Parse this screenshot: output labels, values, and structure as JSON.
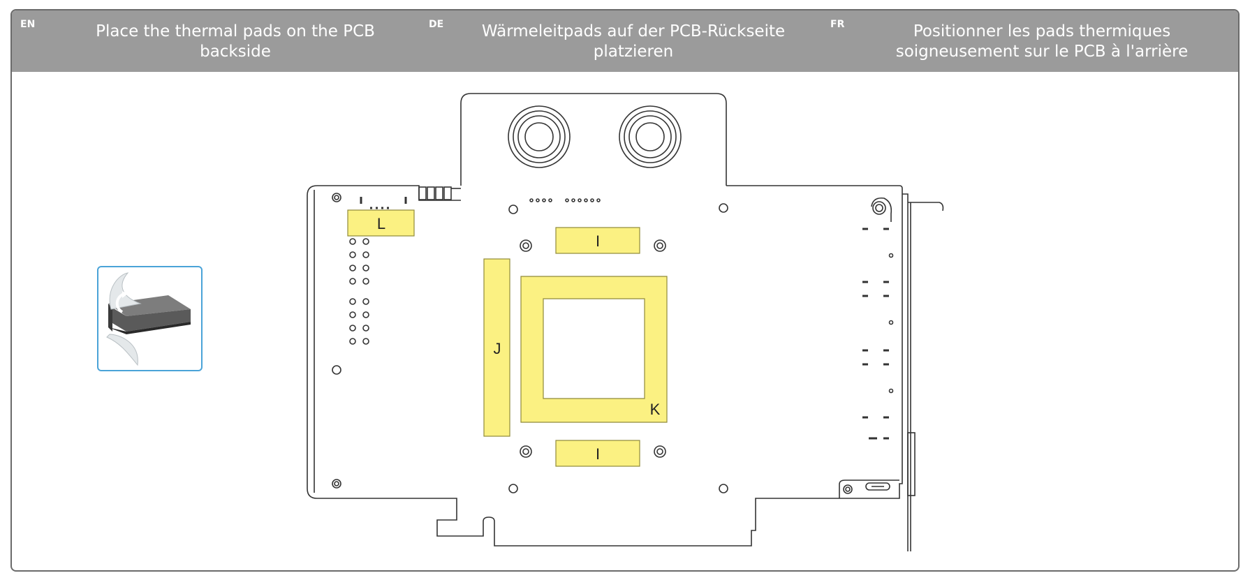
{
  "header": {
    "columns": [
      {
        "lang": "EN",
        "title_line1": "Place the thermal pads on the PCB",
        "title_line2": "backside"
      },
      {
        "lang": "DE",
        "title_line1": "Wärmeleitpads auf der PCB-Rückseite",
        "title_line2": "platzieren"
      },
      {
        "lang": "FR",
        "title_line1": "Positionner les pads thermiques",
        "title_line2": "soigneusement sur le PCB à l'arrière"
      }
    ]
  },
  "diagram": {
    "pad_labels": {
      "L": "L",
      "I_top": "I",
      "J": "J",
      "K": "K",
      "I_bottom": "I"
    },
    "colors": {
      "pad_fill": "#fbf182",
      "pad_stroke": "#8f8a3a",
      "line": "#333333",
      "icon_border": "#4aa3d8",
      "header_bg": "#9b9b9b"
    },
    "icons": [
      "thermal-pad-peel-icon"
    ]
  }
}
